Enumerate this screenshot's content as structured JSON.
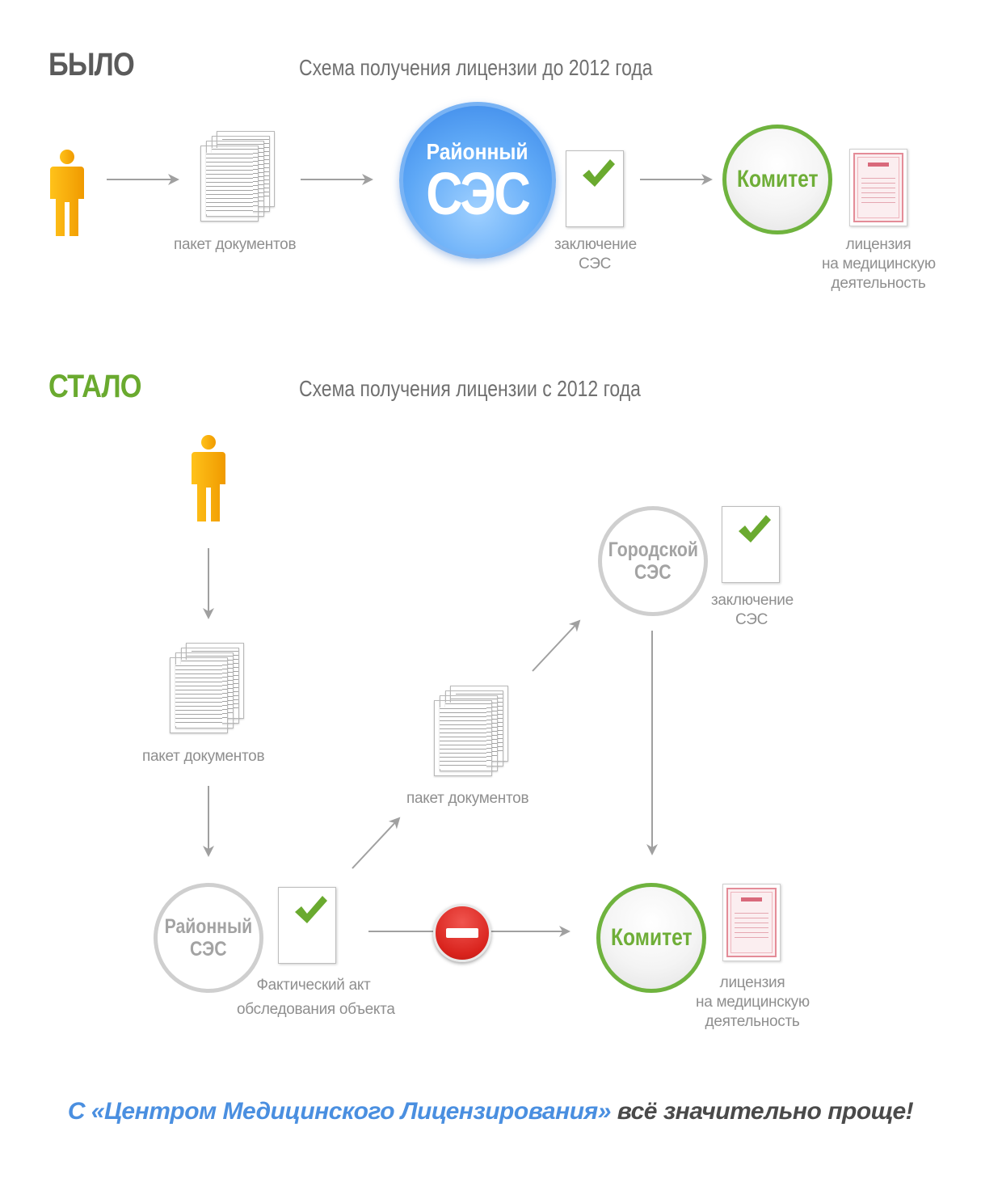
{
  "before": {
    "heading": "БЫЛО",
    "subtitle": "Схема получения лицензии до 2012 года",
    "docs_caption": "пакет документов",
    "ses_line1": "Районный",
    "ses_line2": "СЭС",
    "conclusion_line1": "заключение",
    "conclusion_line2": "СЭС",
    "committee": "Комитет",
    "license_line1": "лицензия",
    "license_line2": "на медицинскую",
    "license_line3": "деятельность"
  },
  "after": {
    "heading": "СТАЛО",
    "subtitle": "Схема получения лицензии с 2012 года",
    "docs_caption_1": "пакет документов",
    "docs_caption_2": "пакет документов",
    "city_ses_line1": "Городской",
    "city_ses_line2": "СЭС",
    "conclusion_line1": "заключение",
    "conclusion_line2": "СЭС",
    "district_ses_line1": "Районный",
    "district_ses_line2": "СЭС",
    "act_line1": "Фактический акт",
    "act_line2": "обследования объекта",
    "committee": "Комитет",
    "license_line1": "лицензия",
    "license_line2": "на медицинскую",
    "license_line3": "деятельность"
  },
  "footer": {
    "highlight": "С «Центром Медицинского Лицензирования»",
    "rest": "всё значительно проще!"
  },
  "colors": {
    "person": "#f5a800",
    "check": "#6aaa2f",
    "arrow": "#a0a0a0",
    "heading_before": "#5a5a5a",
    "heading_after": "#6aaa2f",
    "footer_blue": "#4a8fe0"
  }
}
